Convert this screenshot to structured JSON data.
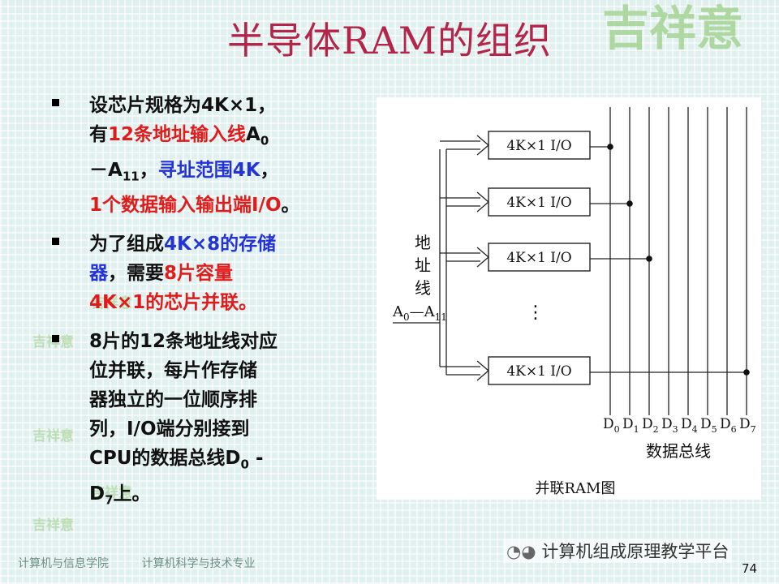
{
  "title": "半导体RAM的组织",
  "watermark": {
    "chars": "吉祥意"
  },
  "bullets": [
    {
      "segments": [
        {
          "text": "设芯片规格为4K×1，"
        },
        {
          "br": true
        },
        {
          "text": "有"
        },
        {
          "text": "12条地址输入线",
          "color": "red"
        },
        {
          "text": "A"
        },
        {
          "text": "0",
          "sub": true
        },
        {
          "br": true
        },
        {
          "text": " －A"
        },
        {
          "text": "11",
          "sub": true
        },
        {
          "text": "，"
        },
        {
          "text": "寻址范围4K",
          "color": "blue"
        },
        {
          "text": "，"
        },
        {
          "br": true
        },
        {
          "text": "1个数据输入输出端I/O",
          "color": "red"
        },
        {
          "text": "。"
        }
      ]
    },
    {
      "segments": [
        {
          "text": "为了组成"
        },
        {
          "text": "4K×8的存储",
          "color": "blue"
        },
        {
          "br": true
        },
        {
          "text": "器",
          "color": "blue"
        },
        {
          "text": "，需要"
        },
        {
          "text": "8片容量",
          "color": "red"
        },
        {
          "br": true
        },
        {
          "text": "4K×1的芯片并联。",
          "color": "red"
        }
      ]
    },
    {
      "segments": [
        {
          "text": "8片的12条地址线对应"
        },
        {
          "br": true
        },
        {
          "text": "位并联，每片作存储"
        },
        {
          "br": true
        },
        {
          "text": "器独立的一位顺序排"
        },
        {
          "br": true
        },
        {
          "text": "列，I/O端分别接到"
        },
        {
          "br": true
        },
        {
          "text": "CPU的数据总线D"
        },
        {
          "text": "0",
          "sub": true
        },
        {
          "text": " -"
        },
        {
          "br": true
        },
        {
          "text": "D"
        },
        {
          "text": "7",
          "sub": true
        },
        {
          "text": "上。"
        }
      ]
    }
  ],
  "diagram": {
    "chip_label": "4K×1 I/O",
    "address_label": [
      "地",
      "址",
      "线"
    ],
    "address_lines": {
      "a": "A",
      "a_sub": "0",
      "sep": "—A",
      "b_sub": "11"
    },
    "ellipsis": "⋮",
    "bus_letter": "D",
    "bus_subs": [
      "0",
      "1",
      "2",
      "3",
      "4",
      "5",
      "6",
      "7"
    ],
    "bus_title": "数据总线",
    "caption": "并联RAM图",
    "dot_bus": [
      0,
      1,
      2,
      7
    ]
  },
  "footer": {
    "school": "计算机与信息学院",
    "major": "计算机科学与技术专业",
    "brand": "计算机组成原理教学平台",
    "page": "74"
  }
}
